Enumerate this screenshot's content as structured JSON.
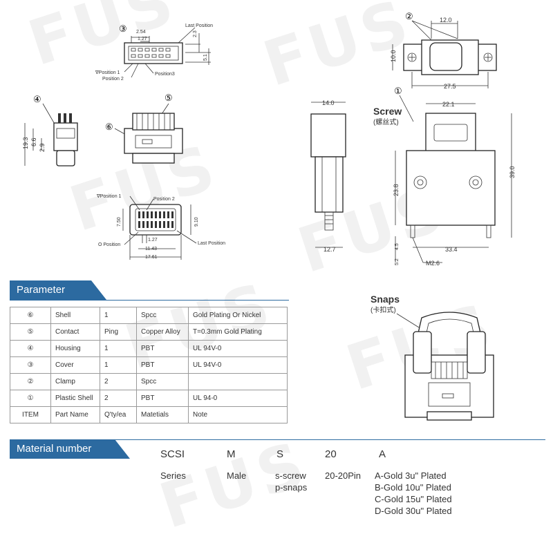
{
  "watermark": "FUS",
  "diagram": {
    "view3": {
      "num": "③",
      "dims": [
        "2.54",
        "1.27",
        "2.3",
        "5.1"
      ],
      "labels": [
        "Last Position",
        "∇Position 1",
        "Position 2",
        "Position3"
      ]
    },
    "view4": {
      "num": "④",
      "dims": [
        "19.3",
        "6.6",
        "2.9"
      ]
    },
    "view5": {
      "num": "⑤"
    },
    "view6": {
      "num": "⑥"
    },
    "view_front": {
      "dims": [
        "7.50",
        "9.10",
        "1.27",
        "11.43",
        "17.61"
      ],
      "labels": [
        "∇Position 1",
        "Position 2",
        "O Position",
        "Last Position"
      ]
    },
    "view2": {
      "num": "②",
      "dims": [
        "12.0",
        "10.0",
        "27.5"
      ]
    },
    "view1": {
      "num": "①",
      "screw_title": "Screw",
      "screw_sub": "(螺丝式)",
      "dims": [
        "14.0",
        "22.1",
        "39.0",
        "23.8",
        "12.7",
        "33.4",
        "5.2",
        "4.5",
        "M2.6"
      ]
    },
    "snaps": {
      "title": "Snaps",
      "sub": "(卡扣式)"
    }
  },
  "parameter": {
    "title": "Parameter",
    "rows": [
      [
        "⑥",
        "Shell",
        "1",
        "Spcc",
        "Gold Plating Or Nickel"
      ],
      [
        "⑤",
        "Contact",
        "Ping",
        "Copper Alloy",
        "T=0.3mm Gold Plating"
      ],
      [
        "④",
        "Housing",
        "1",
        "PBT",
        "UL 94V-0"
      ],
      [
        "③",
        "Cover",
        "1",
        "PBT",
        "UL 94V-0"
      ],
      [
        "②",
        "Clamp",
        "2",
        "Spcc",
        ""
      ],
      [
        "①",
        "Plastic Shell",
        "2",
        "PBT",
        "UL 94-0"
      ],
      [
        "ITEM",
        "Part Name",
        "Q'ty/ea",
        "Matetials",
        "Note"
      ]
    ]
  },
  "material": {
    "title": "Material number",
    "codes": [
      "SCSI",
      "M",
      "S",
      "20",
      "A"
    ],
    "desc": {
      "series": "Series",
      "male": "Male",
      "screw": "s-screw",
      "snap": "p-snaps",
      "pins": "20-20Pin",
      "plating": [
        "A-Gold 3u\" Plated",
        "B-Gold 10u\" Plated",
        "C-Gold 15u\" Plated",
        "D-Gold 30u\" Plated"
      ]
    }
  }
}
